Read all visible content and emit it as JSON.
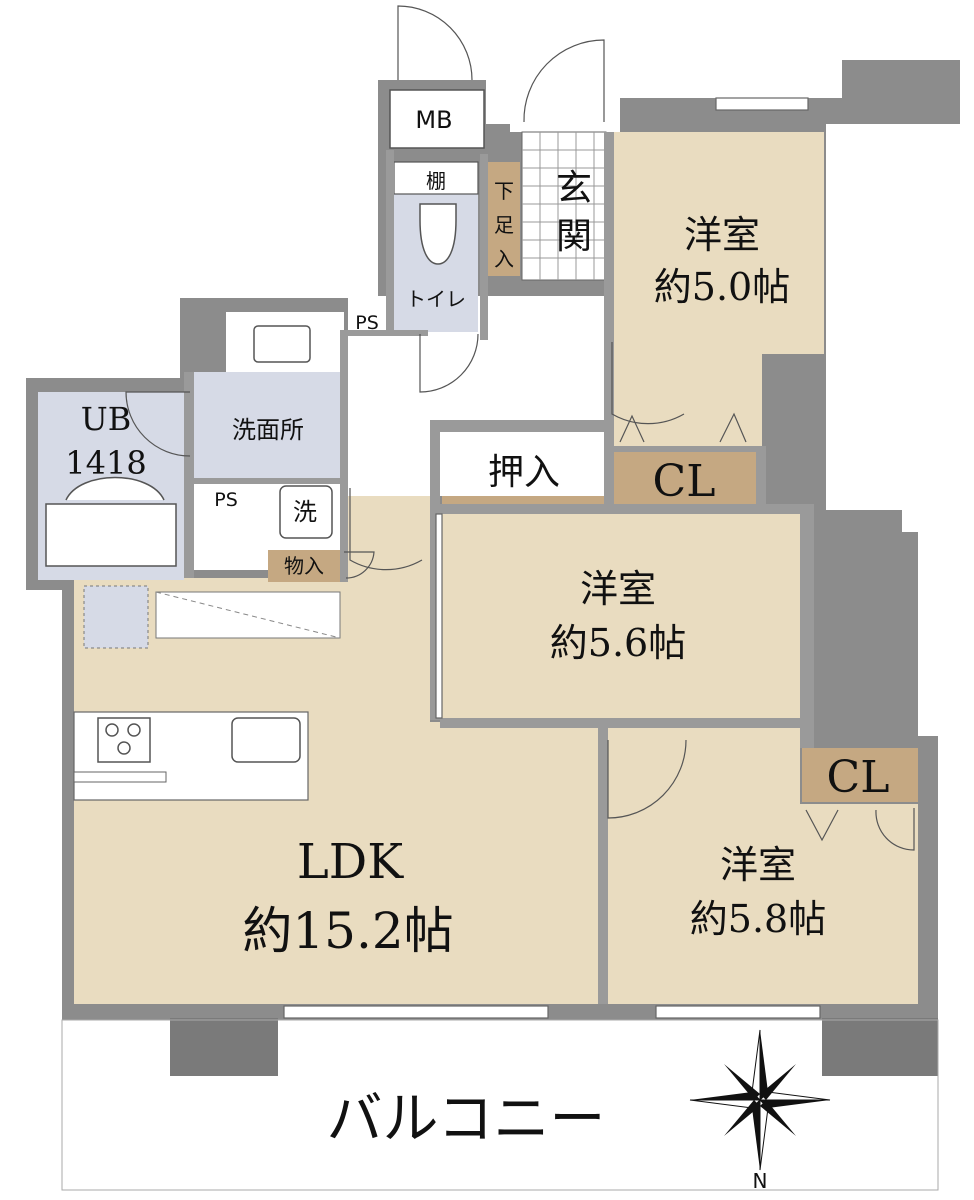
{
  "rooms": {
    "ldk": {
      "name": "LDK",
      "size": "約15.2帖"
    },
    "western_5_0": {
      "name": "洋室",
      "size": "約5.0帖"
    },
    "western_5_6": {
      "name": "洋室",
      "size": "約5.6帖"
    },
    "western_5_8": {
      "name": "洋室",
      "size": "約5.8帖"
    },
    "entrance": {
      "line1": "玄",
      "line2": "関"
    },
    "toilet": "トイレ",
    "washroom": "洗面所",
    "unit_bath": {
      "line1": "UB",
      "line2": "1418"
    }
  },
  "storage": {
    "mb": "MB",
    "shelf": "棚",
    "shoe_box": [
      "下",
      "足",
      "入"
    ],
    "ps_toilet": "PS",
    "ps_wash": "PS",
    "washer": "洗",
    "closet_upper": "CL",
    "closet_lower": "CL",
    "oshiire": "押入",
    "monoire": "物入"
  },
  "balcony": "バルコニー",
  "compass": {
    "north": "N"
  },
  "colors": {
    "wall": "#8c8c8c",
    "room": "#e9dcc0",
    "wet_area": "#d6dae6",
    "storage": "#c5a882"
  }
}
